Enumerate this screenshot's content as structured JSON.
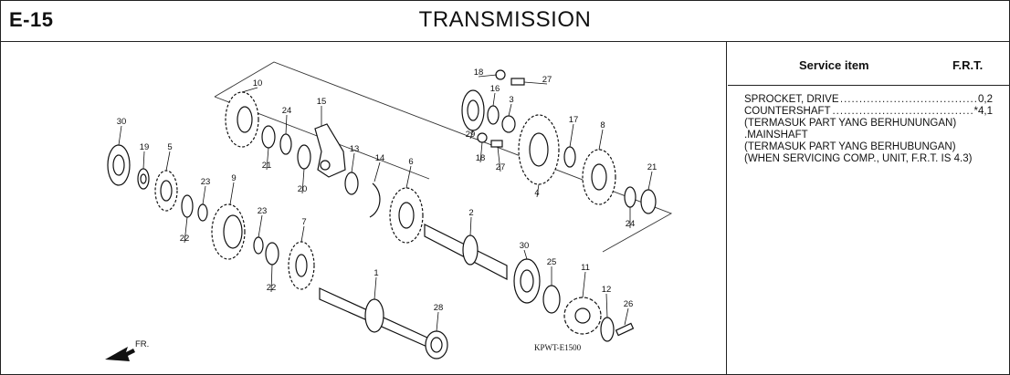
{
  "header": {
    "code": "E-15",
    "title": "TRANSMISSION"
  },
  "diagram": {
    "part_number": "KPWT-E1500",
    "direction_label": "FR.",
    "callouts": [
      "30",
      "19",
      "5",
      "23",
      "9",
      "22",
      "23",
      "22",
      "7",
      "10",
      "24",
      "21",
      "15",
      "20",
      "13",
      "14",
      "6",
      "1",
      "28",
      "18",
      "27",
      "16",
      "3",
      "29",
      "18",
      "27",
      "4",
      "17",
      "8",
      "21",
      "24",
      "2",
      "30",
      "25",
      "11",
      "12",
      "26"
    ]
  },
  "service": {
    "col_item": "Service item",
    "col_frt": "F.R.T.",
    "rows": [
      {
        "label": "SPROCKET, DRIVE",
        "value": "0,2"
      },
      {
        "label": "COUNTERSHAFT",
        "value": "*4,1"
      }
    ],
    "notes": [
      "(TERMASUK PART YANG BERHUNUNGAN)",
      ".MAINSHAFT",
      "(TERMASUK PART YANG BERHUBUNGAN)",
      "(WHEN SERVICING COMP., UNIT, F.R.T. IS 4.3)"
    ]
  }
}
